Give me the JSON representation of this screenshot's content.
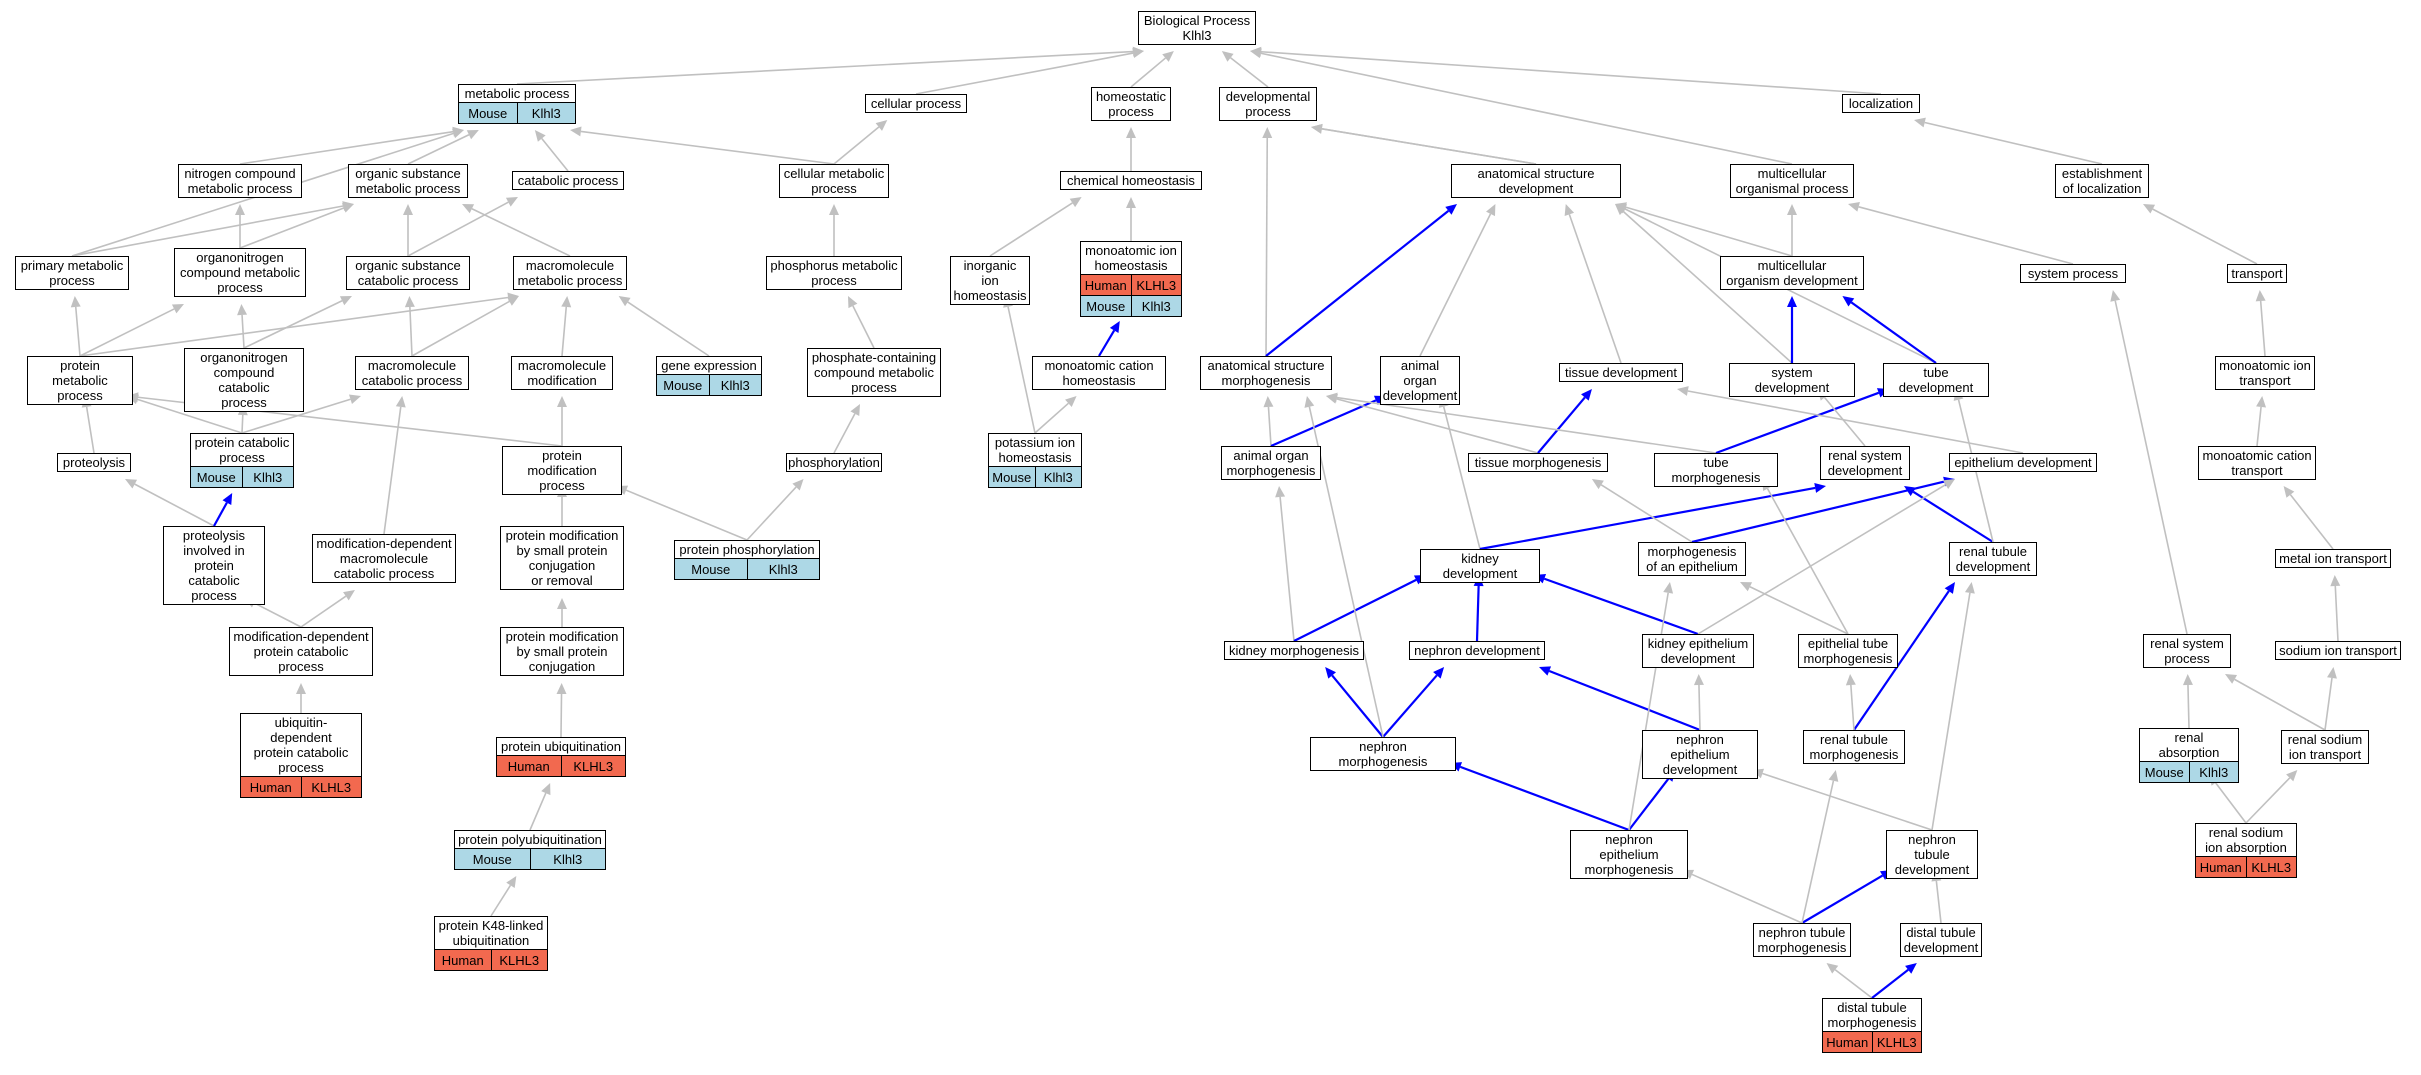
{
  "colors": {
    "mouse": "#add8e6",
    "human": "#f2694f",
    "edge_default": "#c0c0c0",
    "edge_path": "#0000ff"
  },
  "nodes": [
    {
      "id": "root",
      "label": "Biological Process\nKlhl3"
    },
    {
      "id": "metabolic",
      "label": "metabolic process",
      "ann": [
        "Mouse",
        "Klhl3"
      ]
    },
    {
      "id": "cellular",
      "label": "cellular process"
    },
    {
      "id": "homeostatic",
      "label": "homeostatic\nprocess"
    },
    {
      "id": "developmental",
      "label": "developmental\nprocess"
    },
    {
      "id": "localization",
      "label": "localization"
    },
    {
      "id": "nitrogen_cmp",
      "label": "nitrogen compound\nmetabolic process"
    },
    {
      "id": "organic_sub",
      "label": "organic substance\nmetabolic process"
    },
    {
      "id": "catabolic",
      "label": "catabolic process"
    },
    {
      "id": "cellular_met",
      "label": "cellular metabolic\nprocess"
    },
    {
      "id": "chem_homeo",
      "label": "chemical homeostasis"
    },
    {
      "id": "anat_dev",
      "label": "anatomical structure\ndevelopment"
    },
    {
      "id": "multicell_org",
      "label": "multicellular\norganismal process"
    },
    {
      "id": "establish_loc",
      "label": "establishment\nof localization"
    },
    {
      "id": "primary_met",
      "label": "primary metabolic\nprocess"
    },
    {
      "id": "organonitro_met",
      "label": "organonitrogen\ncompound metabolic\nprocess"
    },
    {
      "id": "organic_cat",
      "label": "organic substance\ncatabolic process"
    },
    {
      "id": "macromol_met",
      "label": "macromolecule\nmetabolic process"
    },
    {
      "id": "phosphorus_met",
      "label": "phosphorus metabolic\nprocess"
    },
    {
      "id": "inorg_ion_homeo",
      "label": "inorganic ion\nhomeostasis"
    },
    {
      "id": "monoatomic_ion_homeo",
      "label": "monoatomic ion\nhomeostasis",
      "ann": [
        "Human",
        "KLHL3"
      ],
      "ann2": [
        "Mouse",
        "Klhl3"
      ]
    },
    {
      "id": "multicell_dev",
      "label": "multicellular\norganism development"
    },
    {
      "id": "system_process",
      "label": "system process"
    },
    {
      "id": "transport",
      "label": "transport"
    },
    {
      "id": "protein_met",
      "label": "protein metabolic\nprocess"
    },
    {
      "id": "organonitro_cat",
      "label": "organonitrogen\ncompound catabolic\nprocess"
    },
    {
      "id": "macromol_cat",
      "label": "macromolecule\ncatabolic process"
    },
    {
      "id": "macromol_mod",
      "label": "macromolecule\nmodification"
    },
    {
      "id": "gene_expr",
      "label": "gene expression",
      "ann": [
        "Mouse",
        "Klhl3"
      ]
    },
    {
      "id": "phosphate_met",
      "label": "phosphate-containing\ncompound metabolic\nprocess"
    },
    {
      "id": "monoatomic_cation_homeo",
      "label": "monoatomic cation\nhomeostasis"
    },
    {
      "id": "anat_morph",
      "label": "anatomical structure\nmorphogenesis"
    },
    {
      "id": "animal_organ_dev",
      "label": "animal organ\ndevelopment"
    },
    {
      "id": "tissue_dev",
      "label": "tissue development"
    },
    {
      "id": "system_dev",
      "label": "system development"
    },
    {
      "id": "tube_dev",
      "label": "tube development"
    },
    {
      "id": "monoatomic_ion_transport",
      "label": "monoatomic ion\ntransport"
    },
    {
      "id": "proteolysis",
      "label": "proteolysis"
    },
    {
      "id": "protein_cat",
      "label": "protein catabolic\nprocess",
      "ann": [
        "Mouse",
        "Klhl3"
      ]
    },
    {
      "id": "protein_mod",
      "label": "protein modification\nprocess"
    },
    {
      "id": "phosphorylation",
      "label": "phosphorylation"
    },
    {
      "id": "potassium_homeo",
      "label": "potassium ion\nhomeostasis",
      "ann": [
        "Mouse",
        "Klhl3"
      ]
    },
    {
      "id": "animal_organ_morph",
      "label": "animal organ\nmorphogenesis"
    },
    {
      "id": "tissue_morph",
      "label": "tissue morphogenesis"
    },
    {
      "id": "tube_morph",
      "label": "tube morphogenesis"
    },
    {
      "id": "renal_sys_dev",
      "label": "renal system\ndevelopment"
    },
    {
      "id": "epith_dev",
      "label": "epithelium development"
    },
    {
      "id": "monoatomic_cation_transport",
      "label": "monoatomic cation\ntransport"
    },
    {
      "id": "proteolysis_cat",
      "label": "proteolysis\ninvolved in\nprotein catabolic\nprocess"
    },
    {
      "id": "mod_dep_macro_cat",
      "label": "modification-dependent\nmacromolecule\ncatabolic process"
    },
    {
      "id": "protein_mod_small",
      "label": "protein modification\nby small protein\nconjugation\nor removal"
    },
    {
      "id": "protein_phos",
      "label": "protein phosphorylation",
      "ann": [
        "Mouse",
        "Klhl3"
      ]
    },
    {
      "id": "kidney_dev",
      "label": "kidney development"
    },
    {
      "id": "morph_epith",
      "label": "morphogenesis\nof an epithelium"
    },
    {
      "id": "renal_tubule_dev",
      "label": "renal tubule\ndevelopment"
    },
    {
      "id": "metal_ion_transport",
      "label": "metal ion transport"
    },
    {
      "id": "mod_dep_protein_cat",
      "label": "modification-dependent\nprotein catabolic\nprocess"
    },
    {
      "id": "protein_mod_conj",
      "label": "protein modification\nby small protein\nconjugation"
    },
    {
      "id": "kidney_morph",
      "label": "kidney morphogenesis"
    },
    {
      "id": "nephron_dev",
      "label": "nephron development"
    },
    {
      "id": "kidney_epith_dev",
      "label": "kidney epithelium\ndevelopment"
    },
    {
      "id": "epith_tube_morph",
      "label": "epithelial tube\nmorphogenesis"
    },
    {
      "id": "renal_sys_process",
      "label": "renal system\nprocess"
    },
    {
      "id": "sodium_ion_transport",
      "label": "sodium ion transport"
    },
    {
      "id": "ubiquitin_dep",
      "label": "ubiquitin-dependent\nprotein catabolic\nprocess",
      "ann": [
        "Human",
        "KLHL3"
      ]
    },
    {
      "id": "protein_ubiq",
      "label": "protein ubiquitination",
      "ann": [
        "Human",
        "KLHL3"
      ]
    },
    {
      "id": "nephron_morph",
      "label": "nephron morphogenesis"
    },
    {
      "id": "nephron_epith_dev",
      "label": "nephron epithelium\ndevelopment"
    },
    {
      "id": "renal_tubule_morph",
      "label": "renal tubule\nmorphogenesis"
    },
    {
      "id": "renal_absorption",
      "label": "renal absorption",
      "ann": [
        "Mouse",
        "Klhl3"
      ]
    },
    {
      "id": "renal_sodium_transport",
      "label": "renal sodium\nion transport"
    },
    {
      "id": "protein_polyubiq",
      "label": "protein polyubiquitination",
      "ann": [
        "Mouse",
        "Klhl3"
      ]
    },
    {
      "id": "nephron_epith_morph",
      "label": "nephron epithelium\nmorphogenesis"
    },
    {
      "id": "nephron_tubule_dev",
      "label": "nephron tubule\ndevelopment"
    },
    {
      "id": "renal_sodium_absorption",
      "label": "renal sodium\nion absorption",
      "ann": [
        "Human",
        "KLHL3"
      ]
    },
    {
      "id": "k48_ubiq",
      "label": "protein K48-linked\nubiquitination",
      "ann": [
        "Human",
        "KLHL3"
      ]
    },
    {
      "id": "nephron_tubule_morph",
      "label": "nephron tubule\nmorphogenesis"
    },
    {
      "id": "distal_tubule_dev",
      "label": "distal tubule\ndevelopment"
    },
    {
      "id": "distal_tubule_morph",
      "label": "distal tubule\nmorphogenesis",
      "ann": [
        "Human",
        "KLHL3"
      ]
    }
  ],
  "edges": [
    [
      "metabolic",
      "root"
    ],
    [
      "cellular",
      "root"
    ],
    [
      "homeostatic",
      "root"
    ],
    [
      "developmental",
      "root"
    ],
    [
      "localization",
      "root"
    ],
    [
      "multicell_org",
      "root"
    ],
    [
      "nitrogen_cmp",
      "metabolic"
    ],
    [
      "organic_sub",
      "metabolic"
    ],
    [
      "catabolic",
      "metabolic"
    ],
    [
      "cellular_met",
      "metabolic"
    ],
    [
      "primary_met",
      "metabolic"
    ],
    [
      "cellular_met",
      "cellular"
    ],
    [
      "chem_homeo",
      "homeostatic"
    ],
    [
      "anat_dev",
      "developmental"
    ],
    [
      "anat_morph",
      "developmental"
    ],
    [
      "establish_loc",
      "localization"
    ],
    [
      "multicell_dev",
      "multicell_org"
    ],
    [
      "system_process",
      "multicell_org"
    ],
    [
      "transport",
      "establish_loc"
    ],
    [
      "primary_met",
      "organic_sub"
    ],
    [
      "organonitro_met",
      "nitrogen_cmp"
    ],
    [
      "organonitro_met",
      "organic_sub"
    ],
    [
      "organic_cat",
      "organic_sub"
    ],
    [
      "organic_cat",
      "catabolic"
    ],
    [
      "macromol_met",
      "organic_sub"
    ],
    [
      "phosphorus_met",
      "cellular_met"
    ],
    [
      "inorg_ion_homeo",
      "chem_homeo"
    ],
    [
      "monoatomic_ion_homeo",
      "chem_homeo"
    ],
    [
      "multicell_dev",
      "anat_dev"
    ],
    [
      "protein_met",
      "primary_met"
    ],
    [
      "protein_met",
      "organonitro_met"
    ],
    [
      "protein_met",
      "macromol_met"
    ],
    [
      "organonitro_cat",
      "organonitro_met"
    ],
    [
      "organonitro_cat",
      "organic_cat"
    ],
    [
      "macromol_cat",
      "organic_cat"
    ],
    [
      "macromol_cat",
      "macromol_met"
    ],
    [
      "macromol_mod",
      "macromol_met"
    ],
    [
      "gene_expr",
      "macromol_met"
    ],
    [
      "phosphate_met",
      "phosphorus_met"
    ],
    [
      "monoatomic_cation_homeo",
      "monoatomic_ion_homeo",
      "path"
    ],
    [
      "anat_morph",
      "anat_dev",
      "path"
    ],
    [
      "animal_organ_dev",
      "anat_dev"
    ],
    [
      "tissue_dev",
      "anat_dev"
    ],
    [
      "system_dev",
      "anat_dev"
    ],
    [
      "system_dev",
      "multicell_dev",
      "path"
    ],
    [
      "tube_dev",
      "anat_dev"
    ],
    [
      "tube_dev",
      "multicell_dev",
      "path"
    ],
    [
      "monoatomic_ion_transport",
      "transport"
    ],
    [
      "proteolysis",
      "protein_met"
    ],
    [
      "protein_cat",
      "protein_met"
    ],
    [
      "protein_cat",
      "organonitro_cat"
    ],
    [
      "protein_cat",
      "macromol_cat"
    ],
    [
      "protein_mod",
      "protein_met"
    ],
    [
      "protein_mod",
      "macromol_mod"
    ],
    [
      "phosphorylation",
      "phosphate_met"
    ],
    [
      "potassium_homeo",
      "inorg_ion_homeo"
    ],
    [
      "potassium_homeo",
      "monoatomic_cation_homeo"
    ],
    [
      "animal_organ_morph",
      "anat_morph"
    ],
    [
      "animal_organ_morph",
      "animal_organ_dev",
      "path"
    ],
    [
      "tissue_morph",
      "anat_morph"
    ],
    [
      "tissue_morph",
      "tissue_dev",
      "path"
    ],
    [
      "tube_morph",
      "anat_morph"
    ],
    [
      "tube_morph",
      "tube_dev",
      "path"
    ],
    [
      "renal_sys_dev",
      "system_dev"
    ],
    [
      "epith_dev",
      "tissue_dev"
    ],
    [
      "monoatomic_cation_transport",
      "monoatomic_ion_transport"
    ],
    [
      "proteolysis_cat",
      "proteolysis"
    ],
    [
      "proteolysis_cat",
      "protein_cat",
      "path"
    ],
    [
      "mod_dep_macro_cat",
      "macromol_cat"
    ],
    [
      "protein_mod_small",
      "protein_mod"
    ],
    [
      "protein_phos",
      "phosphorylation"
    ],
    [
      "protein_phos",
      "protein_mod"
    ],
    [
      "kidney_dev",
      "animal_organ_dev"
    ],
    [
      "kidney_dev",
      "renal_sys_dev",
      "path"
    ],
    [
      "morph_epith",
      "tissue_morph"
    ],
    [
      "morph_epith",
      "epith_dev",
      "path"
    ],
    [
      "renal_tubule_dev",
      "renal_sys_dev",
      "path"
    ],
    [
      "renal_tubule_dev",
      "tube_dev"
    ],
    [
      "metal_ion_transport",
      "monoatomic_cation_transport"
    ],
    [
      "mod_dep_protein_cat",
      "proteolysis_cat"
    ],
    [
      "mod_dep_protein_cat",
      "mod_dep_macro_cat"
    ],
    [
      "protein_mod_conj",
      "protein_mod_small"
    ],
    [
      "kidney_morph",
      "animal_organ_morph"
    ],
    [
      "kidney_morph",
      "kidney_dev",
      "path"
    ],
    [
      "nephron_dev",
      "kidney_dev",
      "path"
    ],
    [
      "kidney_epith_dev",
      "kidney_dev",
      "path"
    ],
    [
      "kidney_epith_dev",
      "epith_dev"
    ],
    [
      "epith_tube_morph",
      "tube_morph"
    ],
    [
      "epith_tube_morph",
      "morph_epith"
    ],
    [
      "renal_sys_process",
      "system_process"
    ],
    [
      "sodium_ion_transport",
      "metal_ion_transport"
    ],
    [
      "ubiquitin_dep",
      "mod_dep_protein_cat"
    ],
    [
      "protein_ubiq",
      "protein_mod_conj"
    ],
    [
      "nephron_morph",
      "kidney_morph",
      "path"
    ],
    [
      "nephron_morph",
      "nephron_dev",
      "path"
    ],
    [
      "nephron_morph",
      "anat_morph"
    ],
    [
      "nephron_epith_dev",
      "nephron_dev",
      "path"
    ],
    [
      "nephron_epith_dev",
      "kidney_epith_dev"
    ],
    [
      "renal_tubule_morph",
      "renal_tubule_dev",
      "path"
    ],
    [
      "renal_tubule_morph",
      "epith_tube_morph"
    ],
    [
      "renal_absorption",
      "renal_sys_process"
    ],
    [
      "renal_sodium_transport",
      "sodium_ion_transport"
    ],
    [
      "renal_sodium_transport",
      "renal_sys_process"
    ],
    [
      "protein_polyubiq",
      "protein_ubiq"
    ],
    [
      "nephron_epith_morph",
      "nephron_morph",
      "path"
    ],
    [
      "nephron_epith_morph",
      "nephron_epith_dev",
      "path"
    ],
    [
      "nephron_epith_morph",
      "morph_epith"
    ],
    [
      "nephron_tubule_dev",
      "nephron_epith_dev"
    ],
    [
      "nephron_tubule_dev",
      "renal_tubule_dev"
    ],
    [
      "renal_sodium_absorption",
      "renal_absorption"
    ],
    [
      "renal_sodium_absorption",
      "renal_sodium_transport"
    ],
    [
      "k48_ubiq",
      "protein_polyubiq"
    ],
    [
      "nephron_tubule_morph",
      "nephron_tubule_dev",
      "path"
    ],
    [
      "nephron_tubule_morph",
      "nephron_epith_morph"
    ],
    [
      "nephron_tubule_morph",
      "renal_tubule_morph"
    ],
    [
      "distal_tubule_dev",
      "nephron_tubule_dev"
    ],
    [
      "distal_tubule_morph",
      "nephron_tubule_morph"
    ],
    [
      "distal_tubule_morph",
      "distal_tubule_dev",
      "path"
    ],
    [
      "anat_dev",
      "developmental"
    ]
  ]
}
